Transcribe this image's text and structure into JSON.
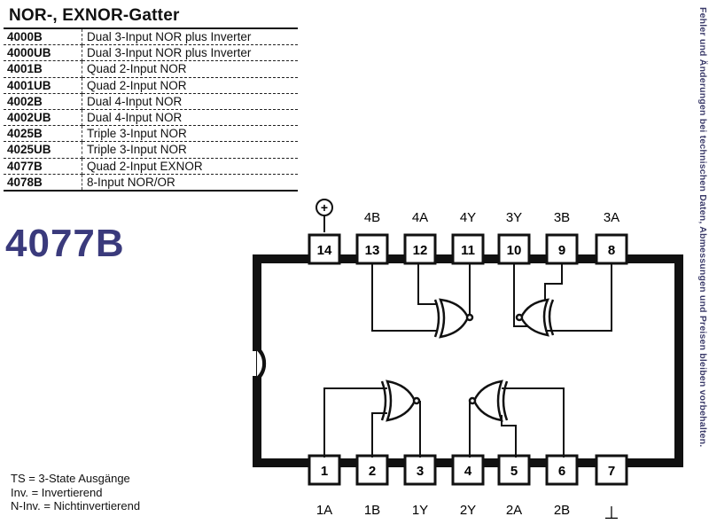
{
  "table": {
    "title": "NOR-, EXNOR-Gatter",
    "rows": [
      {
        "code": "4000B",
        "desc": "Dual 3-Input NOR plus Inverter"
      },
      {
        "code": "4000UB",
        "desc": "Dual 3-Input NOR plus Inverter"
      },
      {
        "code": "4001B",
        "desc": "Quad 2-Input NOR"
      },
      {
        "code": "4001UB",
        "desc": "Quad 2-Input NOR"
      },
      {
        "code": "4002B",
        "desc": "Dual 4-Input NOR"
      },
      {
        "code": "4002UB",
        "desc": "Dual 4-Input NOR"
      },
      {
        "code": "4025B",
        "desc": "Triple 3-Input NOR"
      },
      {
        "code": "4025UB",
        "desc": "Triple 3-Input NOR"
      },
      {
        "code": "4077B",
        "desc": "Quad 2-Input EXNOR"
      },
      {
        "code": "4078B",
        "desc": "8-Input NOR/OR"
      }
    ]
  },
  "part_number": "4077B",
  "legend": {
    "line1": "TS = 3-State Ausgänge",
    "line2": "Inv. = Invertierend",
    "line3": "N-Inv. =  Nichtinvertierend"
  },
  "side_note": "Fehler und Änderungen bei technischen Daten, Abmessungen und Preisen bleiben vorbehalten.",
  "pinout": {
    "power_symbol": "+",
    "ground_symbol": "⊥",
    "top_pins": [
      {
        "num": "14",
        "label": ""
      },
      {
        "num": "13",
        "label": "4B"
      },
      {
        "num": "12",
        "label": "4A"
      },
      {
        "num": "11",
        "label": "4Y"
      },
      {
        "num": "10",
        "label": "3Y"
      },
      {
        "num": "9",
        "label": "3B"
      },
      {
        "num": "8",
        "label": "3A"
      }
    ],
    "bottom_pins": [
      {
        "num": "1",
        "label": "1A"
      },
      {
        "num": "2",
        "label": "1B"
      },
      {
        "num": "3",
        "label": "1Y"
      },
      {
        "num": "4",
        "label": "2Y"
      },
      {
        "num": "5",
        "label": "2A"
      },
      {
        "num": "6",
        "label": "2B"
      },
      {
        "num": "7",
        "label": ""
      }
    ]
  }
}
